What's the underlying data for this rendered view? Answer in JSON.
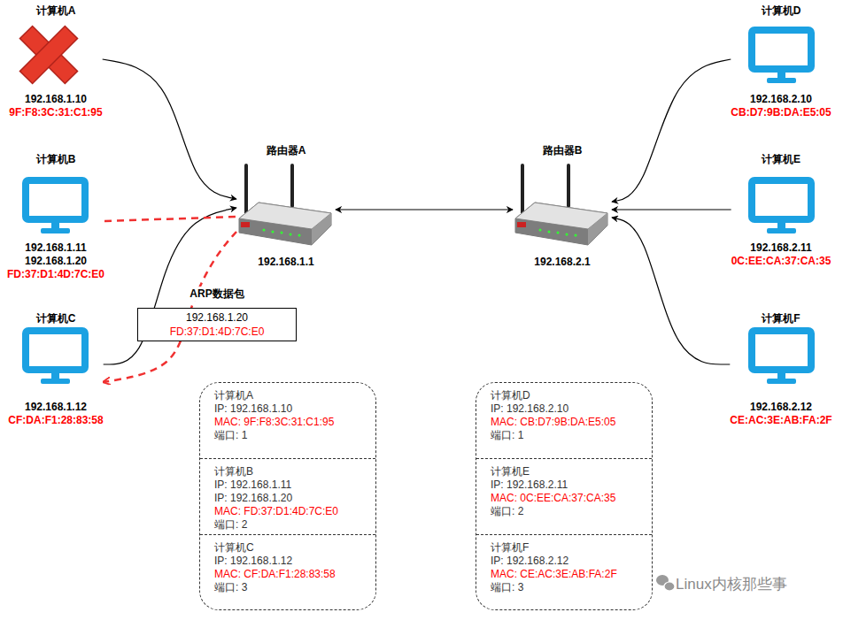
{
  "diagram": {
    "nodes": [
      {
        "text": [
          "计算机A",
          "192.168.1.10",
          "9F:F8:3C:31:C1:95"
        ]
      },
      {
        "text": [
          "计算机B",
          "192.168.1.11",
          "192.168.1.20",
          "FD:37:D1:4D:7C:E0"
        ]
      },
      {
        "text": [
          "计算机C",
          "192.168.1.12",
          "CF:DA:F1:28:83:58"
        ]
      },
      {
        "text": [
          "路由器A",
          "192.168.1.1"
        ]
      },
      {
        "text": [
          "路由器B",
          "192.168.2.1"
        ]
      },
      {
        "text": [
          "计算机D",
          "192.168.2.10",
          "CB:D7:9B:DA:E5:05"
        ]
      },
      {
        "text": [
          "计算机E",
          "192.168.2.11",
          "0C:EE:CA:37:CA:35"
        ]
      },
      {
        "text": [
          "计算机F",
          "192.168.2.12",
          "CE:AC:3E:AB:FA:2F"
        ]
      },
      {
        "text": [
          "ARP数据包",
          "192.168.1.20",
          "FD:37:D1:4D:7C:E0"
        ]
      },
      {
        "text": []
      },
      {
        "text": [
          "计算机A",
          "IP: 192.168.1.10",
          "MAC: 9F:F8:3C:31:C1:95",
          "端口: 1"
        ],
        "in": 9
      },
      {
        "text": [
          "计算机B",
          "IP: 192.168.1.11",
          "IP: 192.168.1.20",
          "MAC: FD:37:D1:4D:7C:E0",
          "端口: 2"
        ],
        "in": 9
      },
      {
        "text": [
          "计算机C",
          "IP: 192.168.1.12",
          "MAC: CF:DA:F1:28:83:58",
          "端口: 3"
        ],
        "in": 9
      },
      {
        "text": []
      },
      {
        "text": [
          "计算机D",
          "IP: 192.168.2.10",
          "MAC: CB:D7:9B:DA:E5:05",
          "端口: 1"
        ],
        "in": 13
      },
      {
        "text": [
          "计算机E",
          "IP: 192.168.2.11",
          "MAC: 0C:EE:CA:37:CA:35",
          "端口: 2"
        ],
        "in": 13
      },
      {
        "text": [
          "计算机F",
          "IP: 192.168.2.12",
          "MAC: CE:AC:3E:AB:FA:2F",
          "端口: 3"
        ],
        "in": 13
      }
    ],
    "edges": [
      {
        "from": 0,
        "to": 3,
        "arrow": "to"
      },
      {
        "from": 2,
        "to": 3,
        "arrow": "to"
      },
      {
        "from": 3,
        "to": 4,
        "arrow": "both"
      },
      {
        "from": 5,
        "to": 4,
        "arrow": "to"
      },
      {
        "from": 6,
        "to": 4,
        "arrow": "to"
      },
      {
        "from": 7,
        "to": 4,
        "arrow": "to"
      },
      {
        "from": 1,
        "to": 3,
        "arrow": "none"
      },
      {
        "from": 3,
        "to": 2,
        "arrow": "to"
      }
    ],
    "labels": [
      "Linux内核那些事"
    ]
  }
}
